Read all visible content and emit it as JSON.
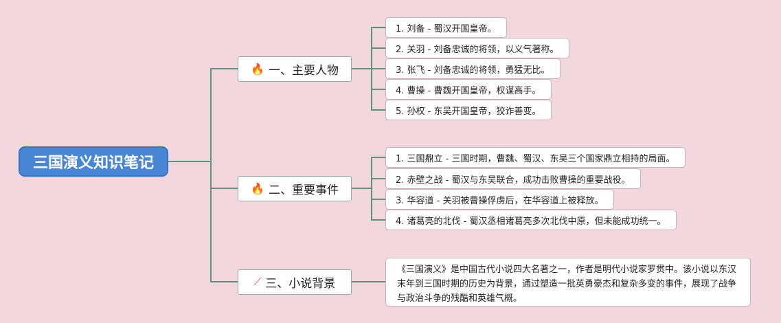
{
  "root": {
    "title": "三国演义知识笔记"
  },
  "branches": [
    {
      "icon": "fire-icon",
      "label": "一、主要人物"
    },
    {
      "icon": "blue-flame-icon",
      "label": "二、重要事件"
    },
    {
      "icon": "magic-wand-icon",
      "label": "三、小说背景"
    }
  ],
  "characters": [
    "1. 刘备 - 蜀汉开国皇帝。",
    "2. 关羽 - 刘备忠诚的将领，以义气著称。",
    "3. 张飞 - 刘备忠诚的将领，勇猛无比。",
    "4. 曹操 - 曹魏开国皇帝，权谋高手。",
    "5. 孙权 - 东吴开国皇帝，狡诈善变。"
  ],
  "events": [
    "1. 三国鼎立 - 三国时期，曹魏、蜀汉、东吴三个国家鼎立相持的局面。",
    "2. 赤壁之战 - 蜀汉与东吴联合，成功击败曹操的重要战役。",
    "3. 华容道 - 关羽被曹操俘虏后，在华容道上被释放。",
    "4. 诸葛亮的北伐 - 蜀汉丞相诸葛亮多次北伐中原，但未能成功统一。"
  ],
  "background": {
    "text": "《三国演义》是中国古代小说四大名著之一，作者是明代小说家罗贯中。该小说以东汉末年到三国时期的历史为背景，通过塑造一批英勇豪杰和复杂多变的事件，展现了战争与政治斗争的残酷和英雄气概。"
  },
  "colors": {
    "background": "#f2d7df",
    "root": "#4a86d6",
    "connector": "#5e9383"
  }
}
